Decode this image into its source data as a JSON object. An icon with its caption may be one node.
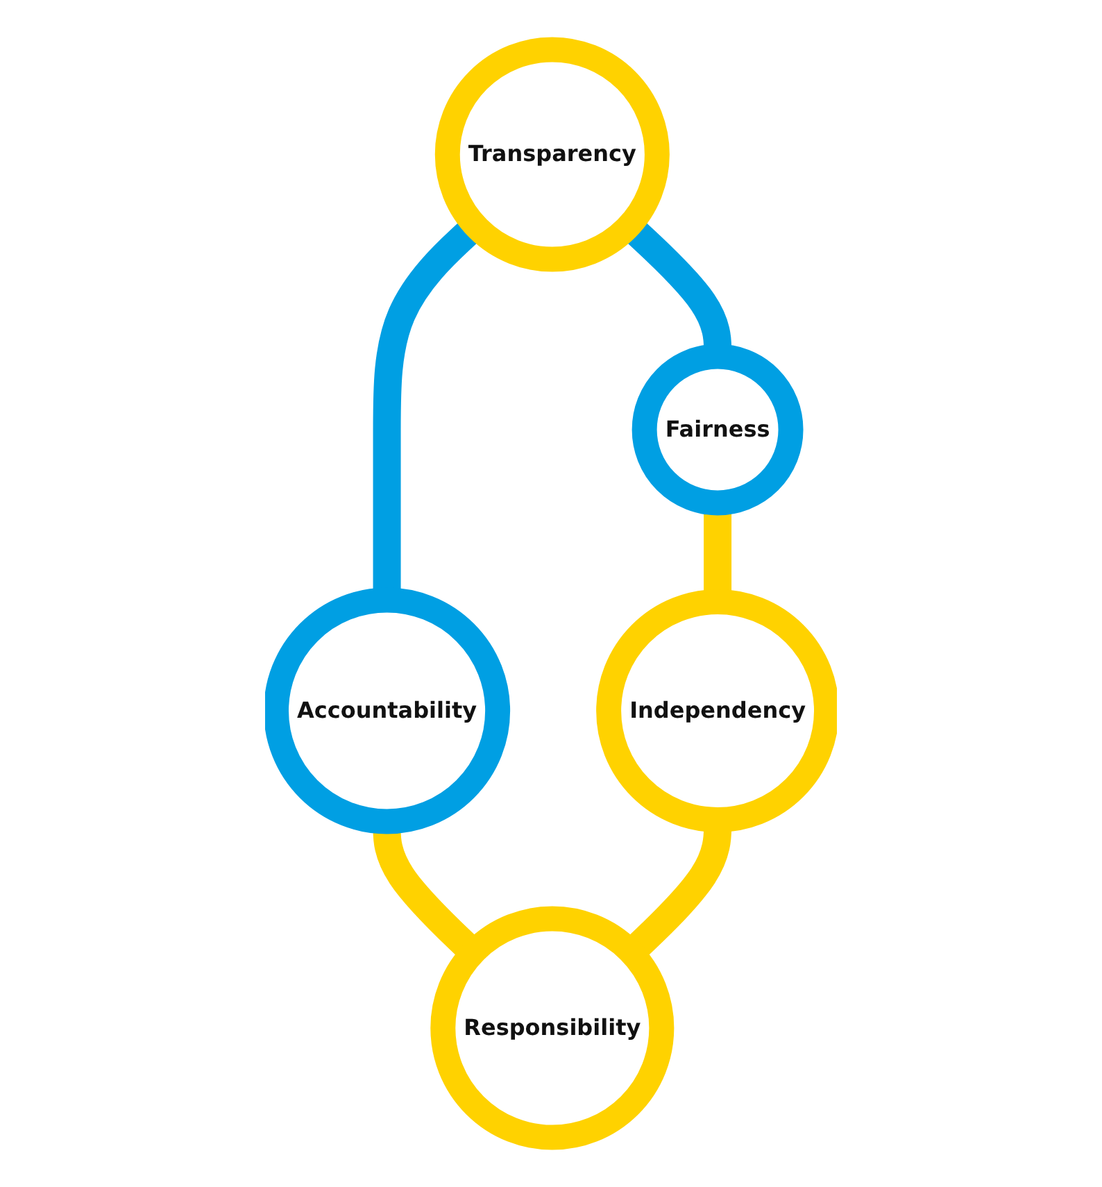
{
  "diagram": {
    "nodes": [
      {
        "text": [
          "Transparency"
        ]
      },
      {
        "text": [
          "Fairness"
        ]
      },
      {
        "text": [
          "Accountability"
        ]
      },
      {
        "text": [
          "Independency"
        ]
      },
      {
        "text": [
          "Responsibility"
        ]
      }
    ],
    "edges": [
      {
        "from": 0,
        "to": 1,
        "arrow": "none",
        "color": "#009fe3"
      },
      {
        "from": 0,
        "to": 2,
        "arrow": "none",
        "color": "#009fe3"
      },
      {
        "from": 1,
        "to": 3,
        "arrow": "none"
      },
      {
        "from": 2,
        "to": 4,
        "arrow": "none"
      },
      {
        "from": 3,
        "to": 4,
        "arrow": "none"
      }
    ]
  }
}
